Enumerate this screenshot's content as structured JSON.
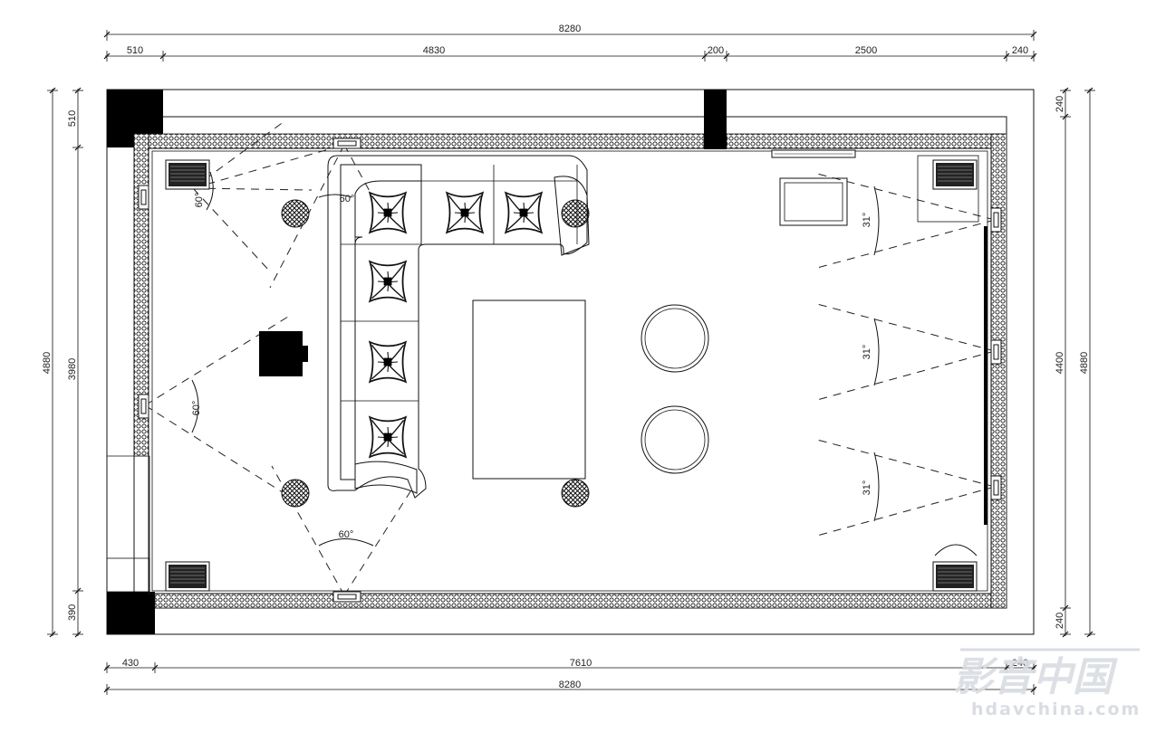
{
  "dimensions": {
    "top_total": "8280",
    "top_segments": [
      "510",
      "4830",
      "200",
      "2500",
      "240"
    ],
    "bottom_segments": [
      "430",
      "7610",
      "240"
    ],
    "bottom_total": "8280",
    "left_outer": "4880",
    "left_segments": [
      "510",
      "3980",
      "390"
    ],
    "right_inner": "4400",
    "right_segments": [
      "240",
      "240"
    ],
    "right_outer": "4880"
  },
  "angles": {
    "top_left_speaker": "60°",
    "sofa_corner": "60°",
    "left_wall": "60°",
    "bottom_center": "60°",
    "right_top": "31°",
    "right_middle": "31°",
    "right_bottom": "31°"
  },
  "watermark": {
    "logo": "影音中国",
    "url": "hdavchina.com"
  },
  "colors": {
    "line": "#111111",
    "wall_fill": "#000000",
    "watermark": "#d9dde3"
  },
  "icons": [
    "speaker-icon",
    "subwoofer-icon",
    "armchair-icon",
    "ceiling-speaker-icon",
    "projector-icon"
  ]
}
